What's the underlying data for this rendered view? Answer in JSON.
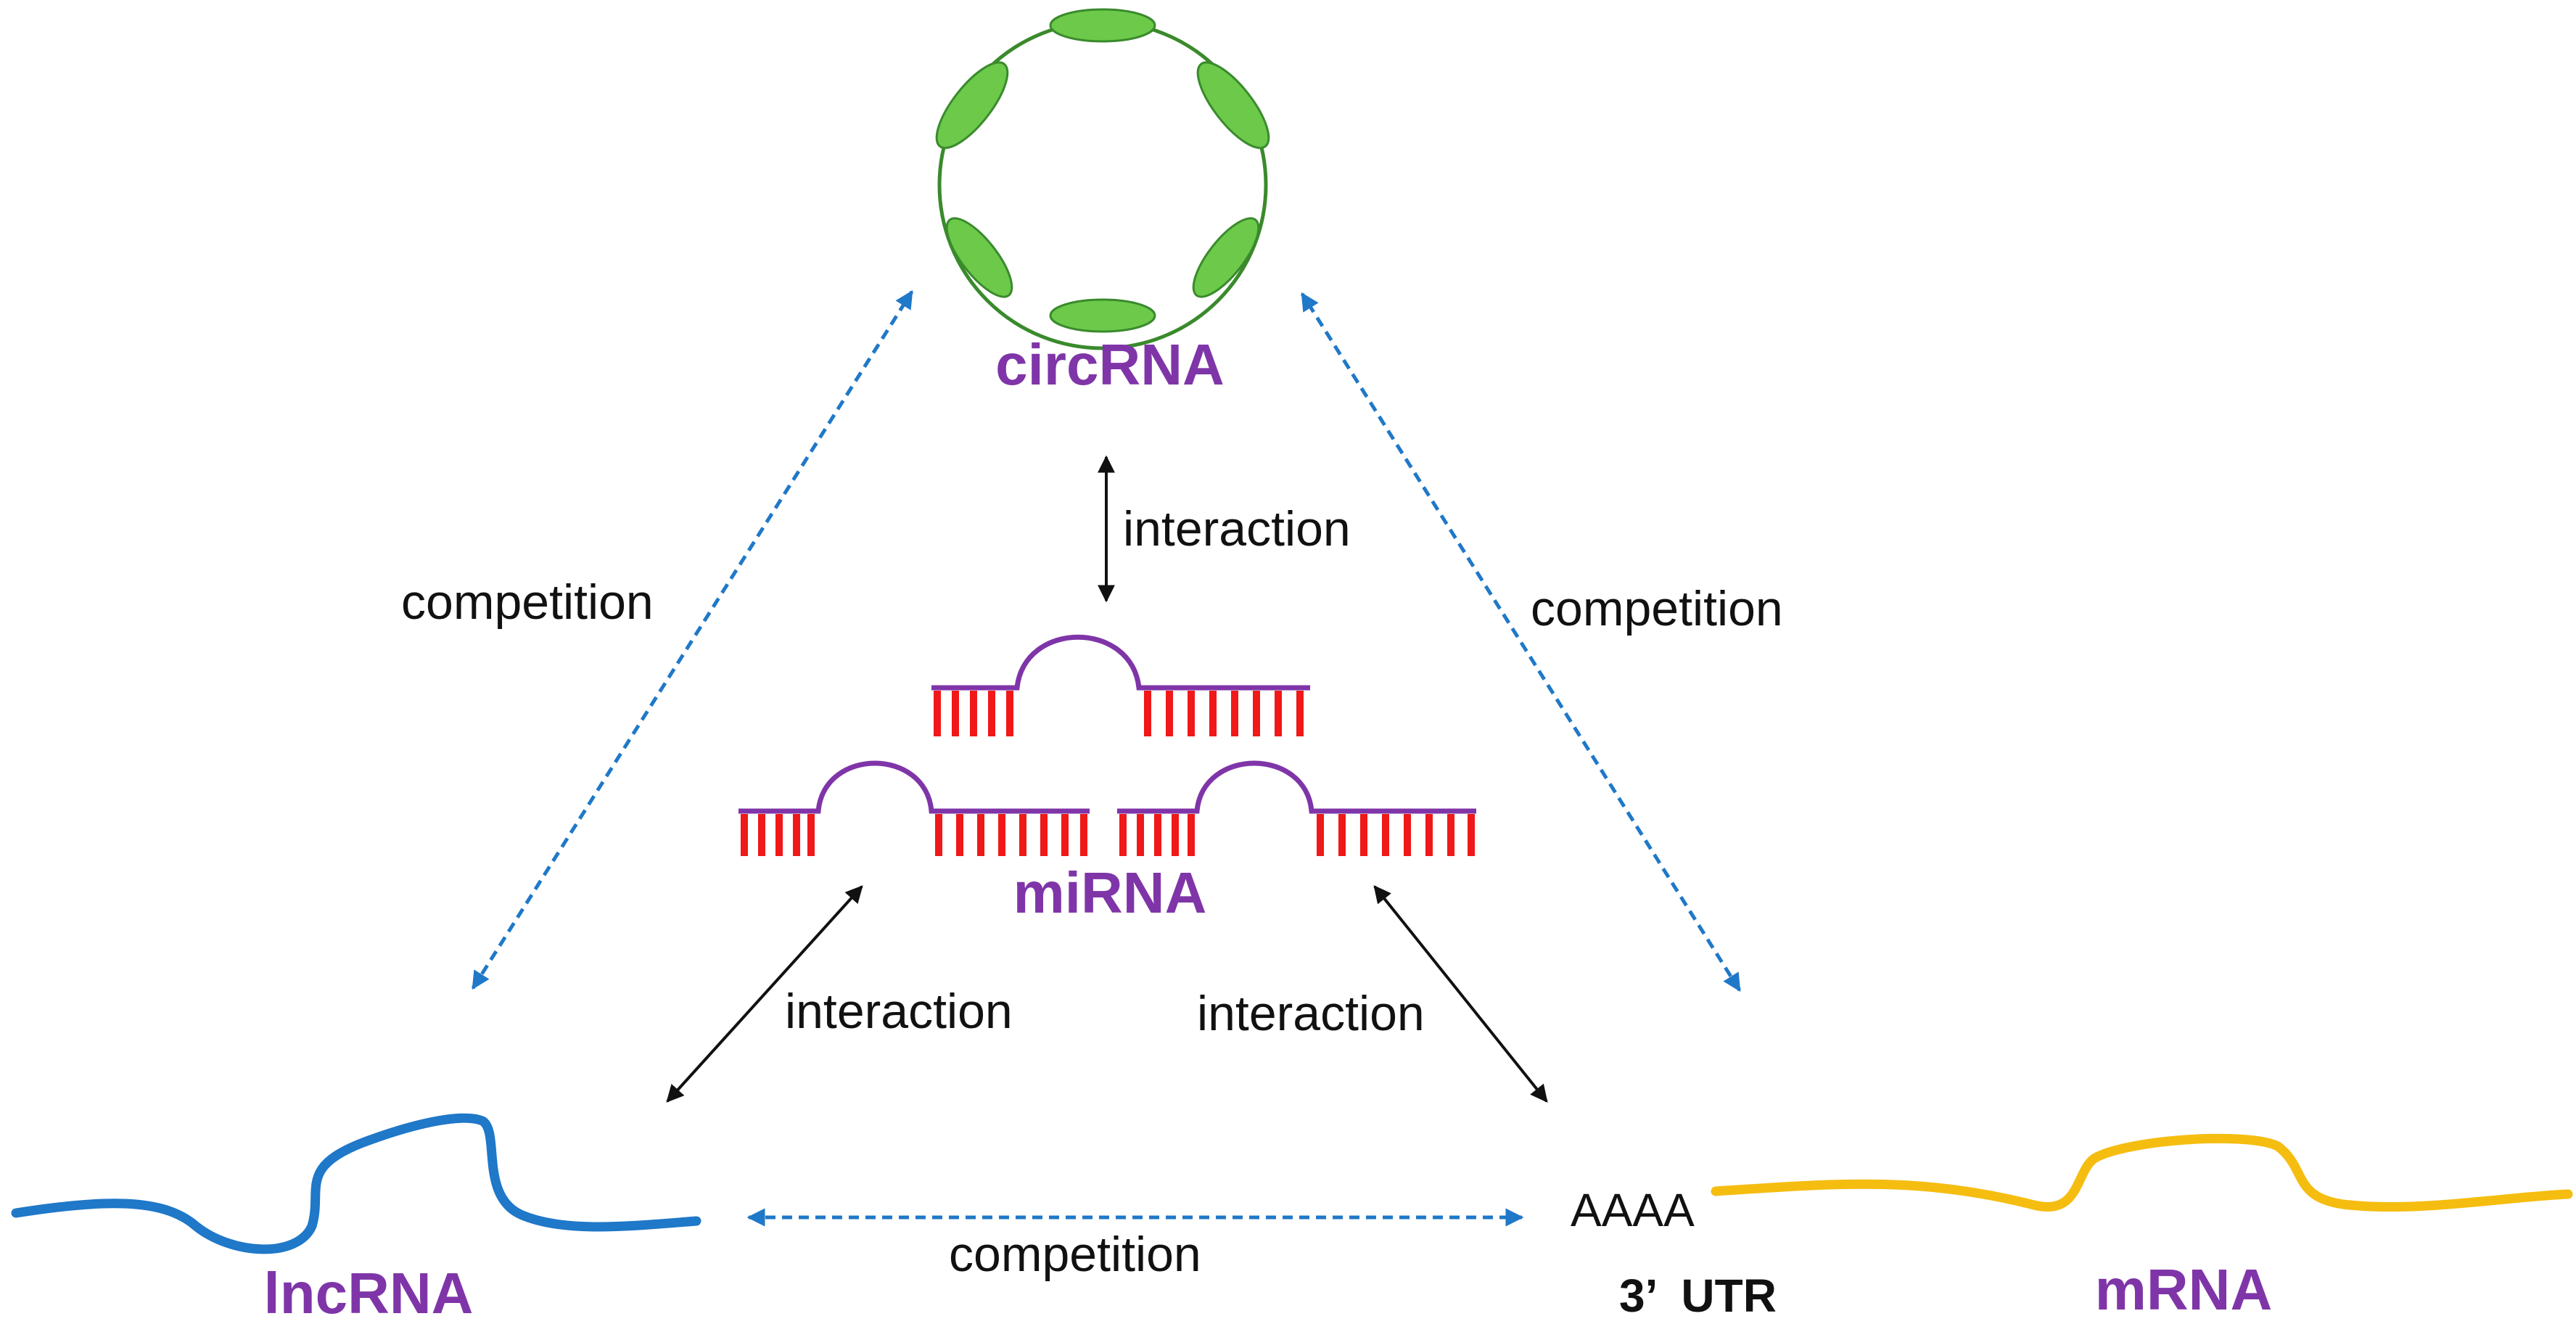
{
  "diagram": {
    "colors": {
      "purple_label": "#7f35a8",
      "circ_green": "#6cc94a",
      "circ_outline": "#3a8a2c",
      "lnc_blue": "#1f78c8",
      "mrna_yellow": "#f5bd10",
      "mirna_red": "#f01818",
      "mirna_purple": "#7f35a8",
      "competition_arrow": "#1f78c8",
      "interaction_arrow": "#111111"
    },
    "nodes": {
      "circrna": {
        "label": "circRNA"
      },
      "mirna": {
        "label": "miRNA"
      },
      "lncrna": {
        "label": "lncRNA"
      },
      "mrna": {
        "label": "mRNA",
        "polya": "AAAA",
        "utr": "3’  UTR"
      }
    },
    "edges": {
      "circ_mirna": "interaction",
      "lnc_mirna": "interaction",
      "mrna_mirna": "interaction",
      "lnc_circ": "competition",
      "mrna_circ": "competition",
      "lnc_mrna": "competition"
    }
  }
}
